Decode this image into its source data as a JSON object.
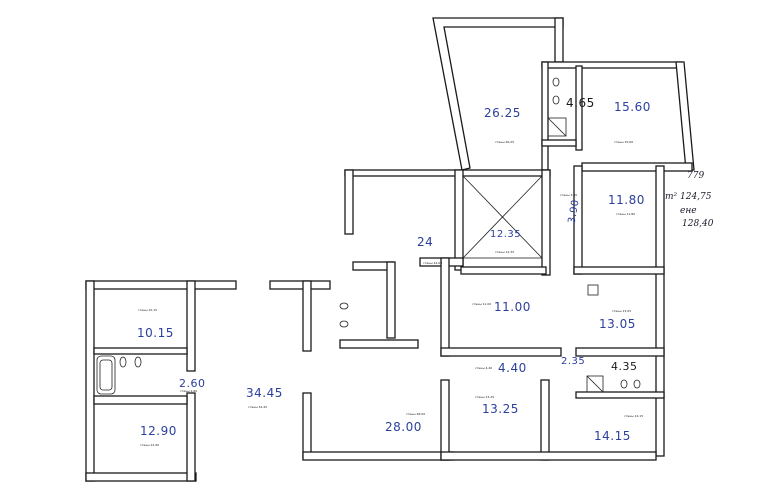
{
  "room_areas": {
    "r_26_25": "26.25",
    "r_4_65": "4.65",
    "r_15_60": "15.60",
    "r_11_80": "11.80",
    "r_3_90": "3.90",
    "r_12_35": "12.35",
    "r_24": "24",
    "r_10_15": "10.15",
    "r_11_00": "11.00",
    "r_13_05": "13.05",
    "r_2_60": "2.60",
    "r_34_45": "34.45",
    "r_12_90": "12.90",
    "r_4_40": "4.40",
    "r_2_35": "2.35",
    "r_4_35": "4.35",
    "r_13_25": "13.25",
    "r_28_00": "28.00",
    "r_14_15": "14.15"
  },
  "notes": {
    "n1": "779",
    "n2": "m² 124,75",
    "n3": "ене",
    "n4": "128,40"
  },
  "printed_labels": {
    "l1": "стены 26,25",
    "l2": "стены 15,60",
    "l3": "стены 11,80",
    "l4": "стены 3,90",
    "l5": "стены 12,35",
    "l6": "стены 24,00",
    "l7": "стены 10,15",
    "l8": "стены 11,00",
    "l9": "стены 13,05",
    "l10": "стены 2,60",
    "l11": "стены 34,45",
    "l12": "стены 12,90",
    "l13": "стены 4,40",
    "l14": "стены 13,25",
    "l15": "стены 28,00",
    "l16": "стены 14,15"
  }
}
